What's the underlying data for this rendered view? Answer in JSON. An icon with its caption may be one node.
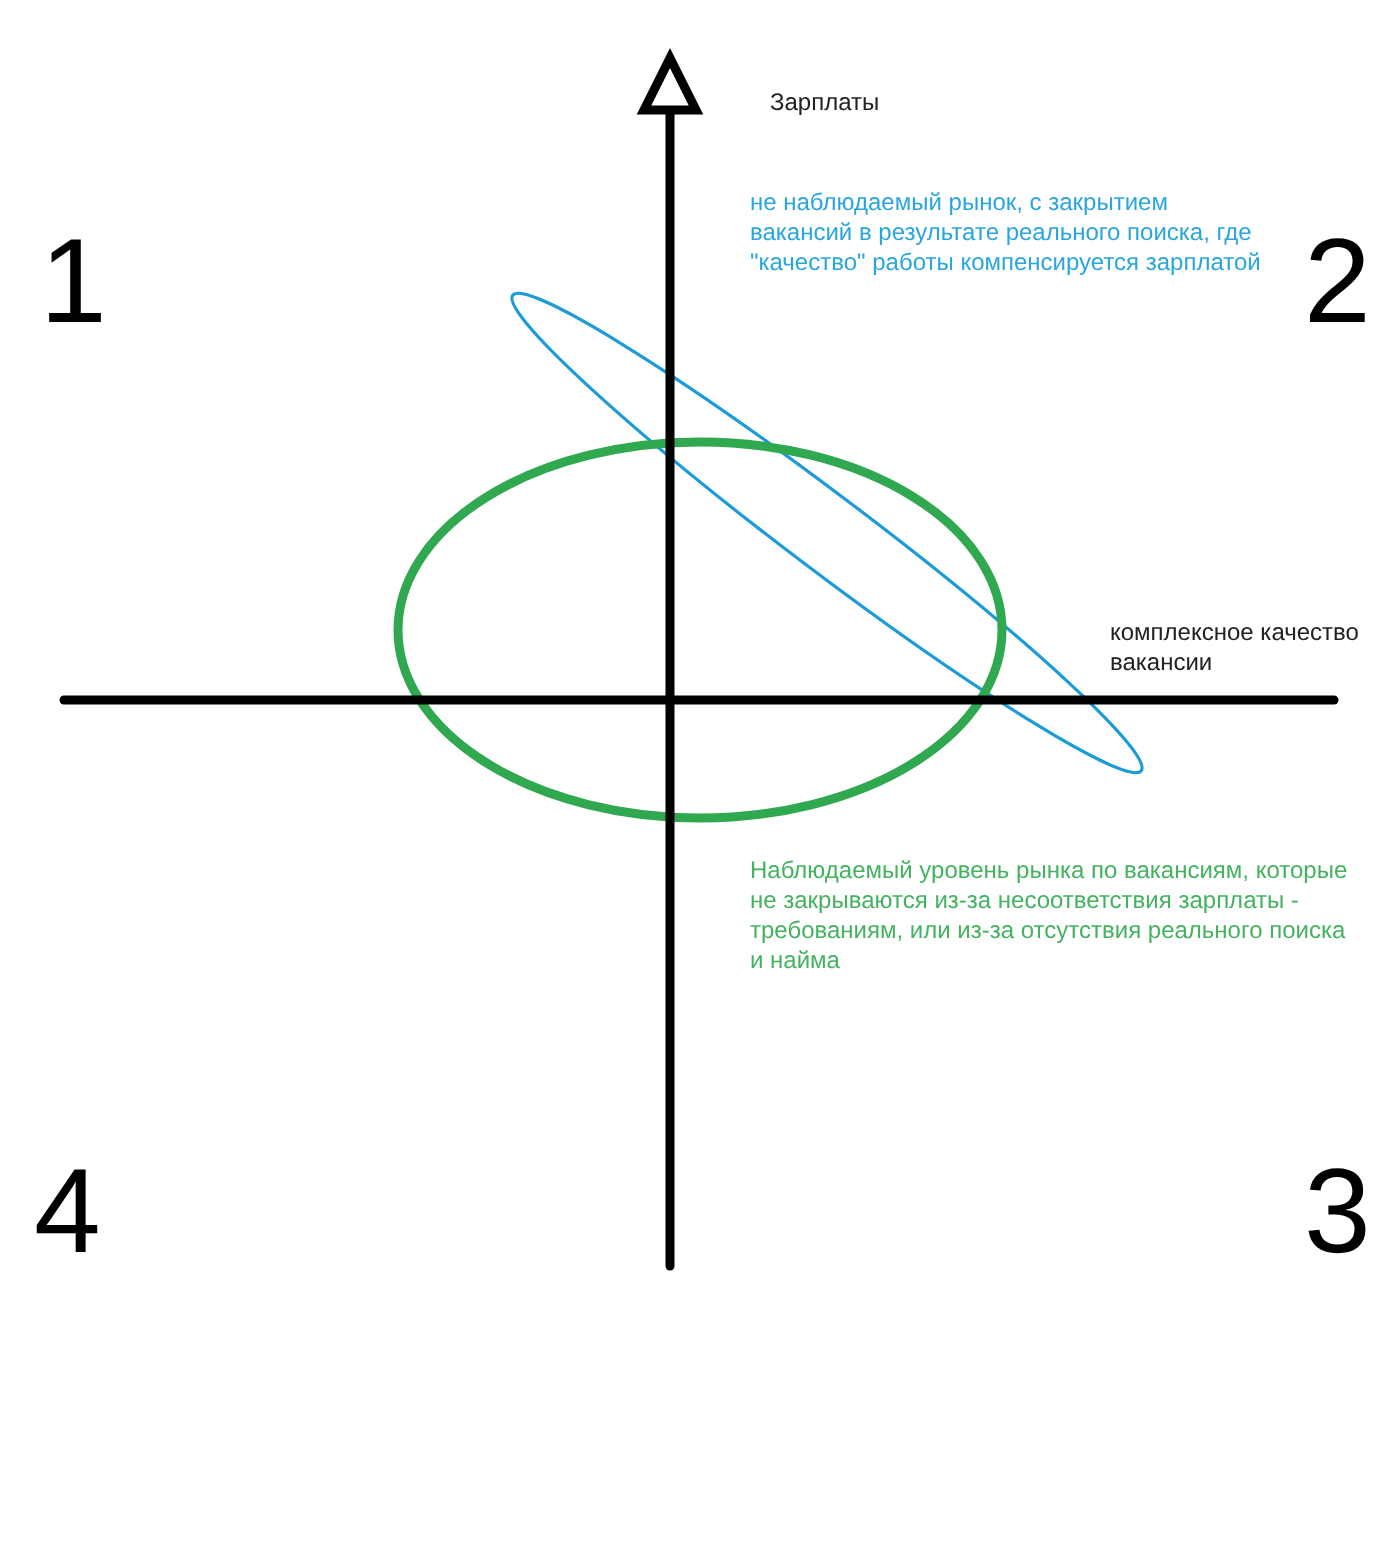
{
  "diagram": {
    "nodes": [
      {
        "text": [],
        "shape": "ellipse",
        "beside": [
          "не наблюдаемый рынок, с закрытием вакансий в результате реального поиска, где \"качество\" работы компенсируется зарплатой"
        ]
      },
      {
        "text": [],
        "shape": "ellipse",
        "beside": [
          "Наблюдаемый уровень рынка по вакансиям, которые не закрываются из-за несоответствия зарплаты - требованиям, или из-за отсутствия реального поиска и найма"
        ]
      }
    ],
    "labels": [
      "Зарплаты",
      "1",
      "2",
      "комплексное качество вакансии",
      "4",
      "3"
    ]
  }
}
